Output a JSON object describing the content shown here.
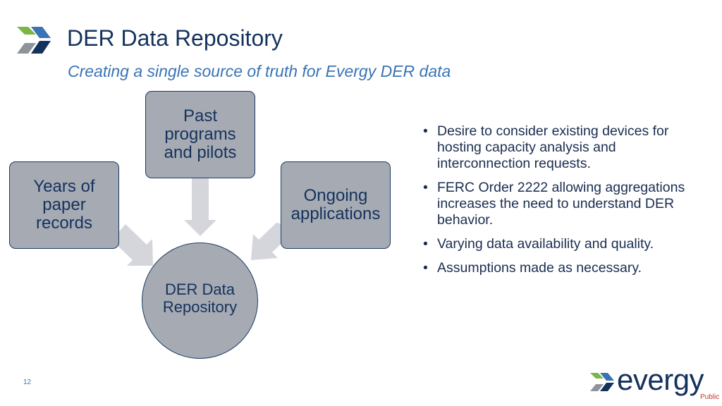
{
  "header": {
    "title": "DER Data Repository",
    "subtitle": "Creating a single source of truth for Evergy DER data"
  },
  "diagram": {
    "top_box": [
      "Past",
      "programs",
      "and pilots"
    ],
    "left_box": [
      "Years of",
      "paper",
      "records"
    ],
    "right_box": [
      "Ongoing",
      "applications"
    ],
    "center_circle": [
      "DER Data",
      "Repository"
    ]
  },
  "bullets": [
    "Desire to consider existing devices for hosting capacity analysis and interconnection requests.",
    "FERC Order 2222 allowing aggregations increases the need to understand DER behavior.",
    "Varying data availability and quality.",
    "Assumptions made as necessary."
  ],
  "footer": {
    "page_number": "12",
    "brand": "evergy",
    "classification": "Public"
  },
  "colors": {
    "navy": "#15325c",
    "accent_blue": "#3a74b5",
    "green": "#7ab648",
    "box_fill": "#a6aab3",
    "arrow": "#d5d6db"
  }
}
